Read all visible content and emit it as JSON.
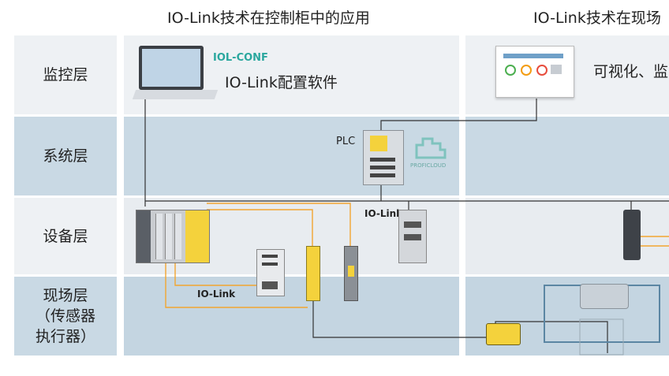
{
  "columns": {
    "left_title": "IO-Link技术在控制柜中的应用",
    "right_title": "IO-Link技术在现场"
  },
  "layers": [
    {
      "label": "监控层"
    },
    {
      "label": "系统层"
    },
    {
      "label": "设备层"
    },
    {
      "label": "现场层\n（传感器\n执行器）"
    }
  ],
  "annotations": {
    "iol_conf": "IOL-CONF",
    "config_software": "IO-Link配置软件",
    "visualization": "可视化、监",
    "plc": "PLC",
    "proficloud": "PROFICLOUD",
    "iolink_a": "IO-Link",
    "iolink_b": "IO-Link"
  },
  "colors": {
    "wire_orange": "#f2a531",
    "wire_dark": "#333333",
    "band_blue": "#c9d9e4",
    "band_light": "#eef1f4",
    "iol_conf_teal": "#2aa79e",
    "device_yellow": "#f4d23c"
  }
}
